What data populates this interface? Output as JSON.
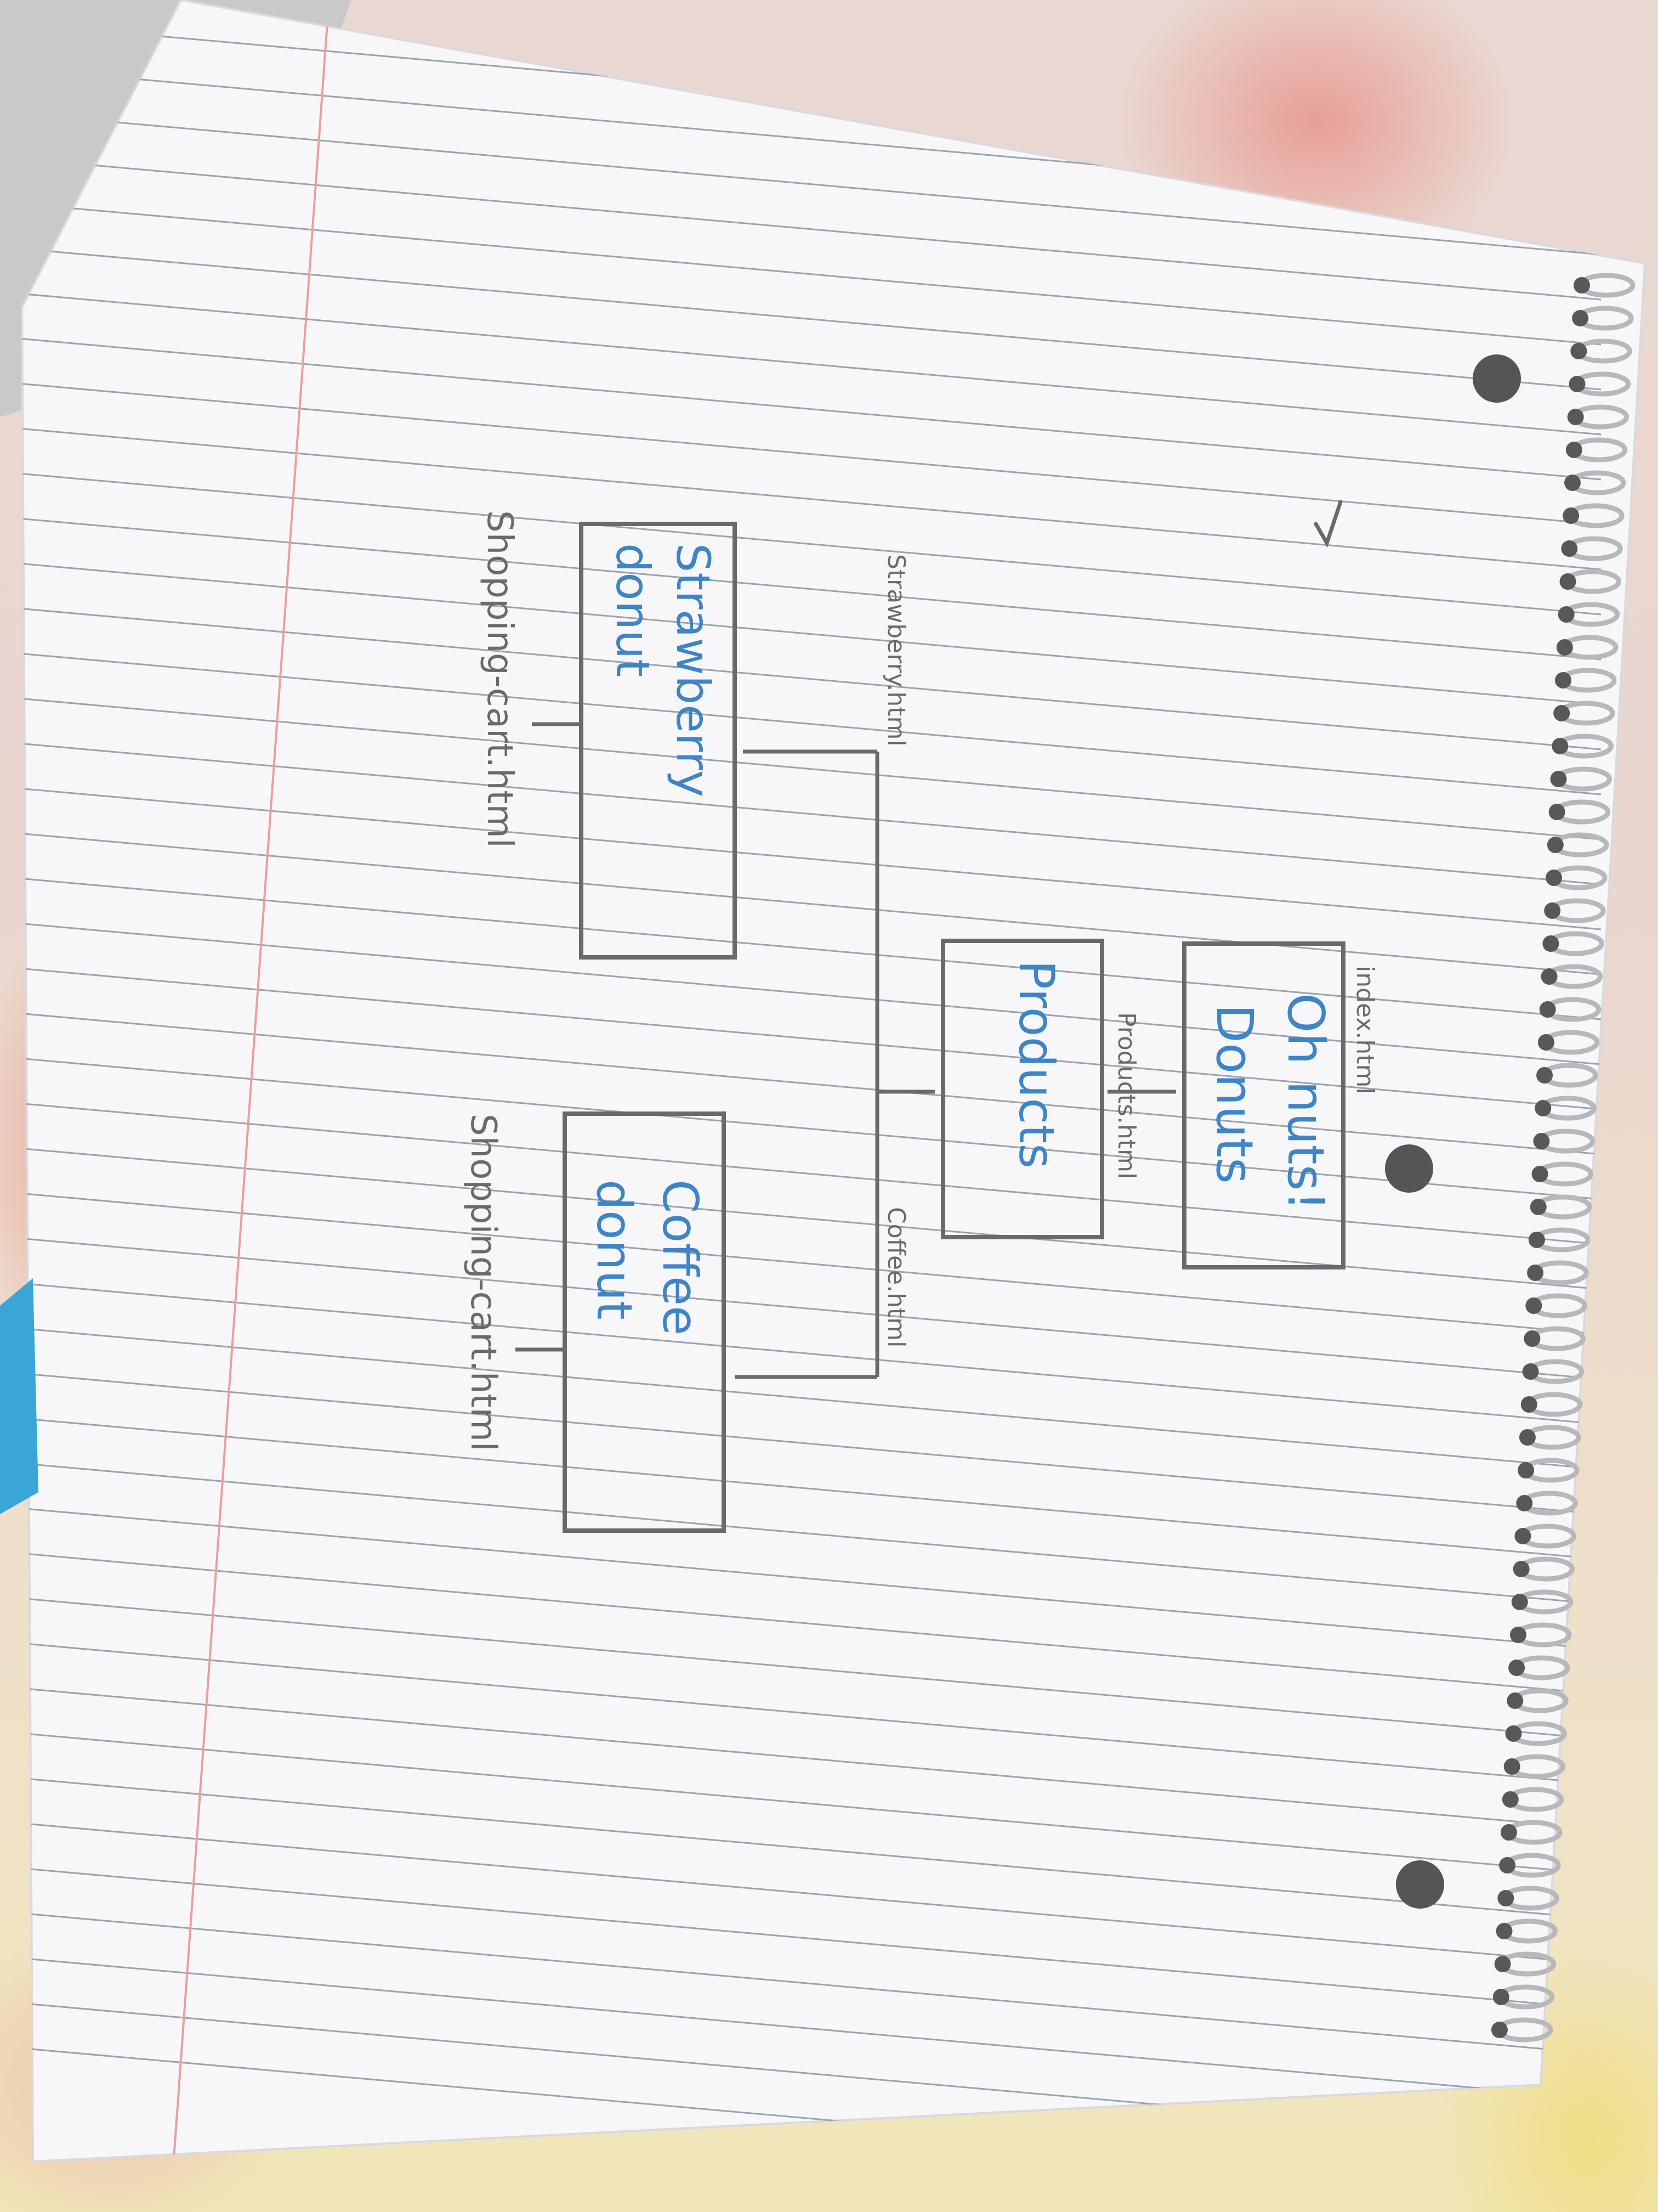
{
  "nodes": {
    "home": {
      "label_line1": "Oh nuts!",
      "label_line2": "Donuts",
      "file_label": "index.html"
    },
    "products": {
      "label": "Products",
      "file_label": "Products.html"
    },
    "strawberry": {
      "label_line1": "Strawberry",
      "label_line2": "donut",
      "file_label": "Strawberry.html",
      "cart_label": "Shopping-cart.html"
    },
    "coffee": {
      "label_line1": "Coffee",
      "label_line2": "donut",
      "file_label": "Coffee.html",
      "cart_label": "Shopping-cart.html"
    }
  },
  "colors": {
    "ink_blue": "#3d84c8",
    "pencil": "#6a6a6a",
    "paper": "#f7f7f9",
    "rule_line": "#9aa3ad",
    "margin_line": "#e8a0a0"
  }
}
